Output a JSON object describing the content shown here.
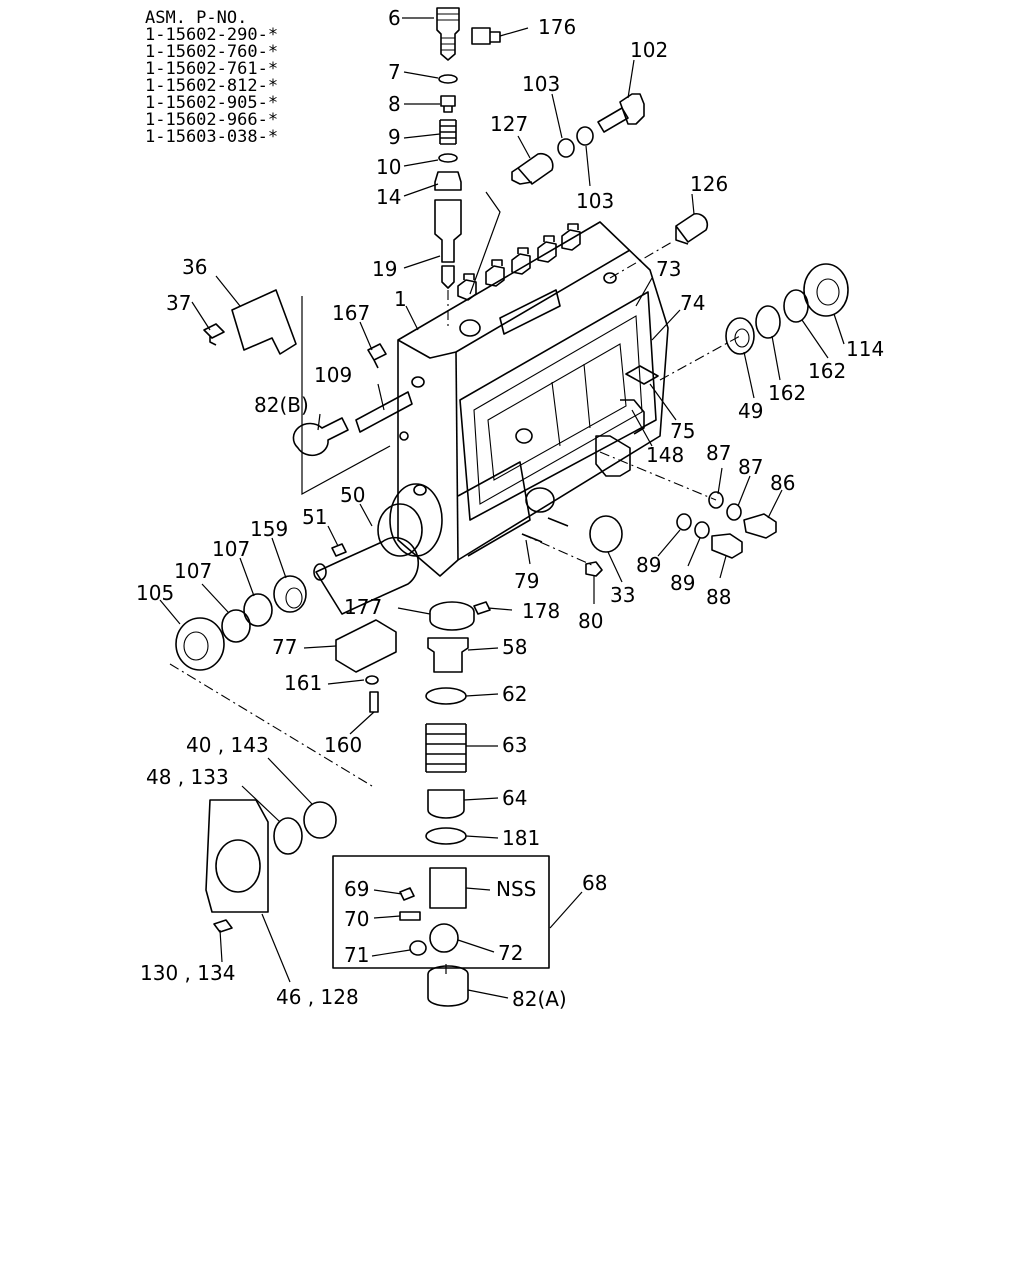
{
  "header": {
    "title": "ASM. P-NO.",
    "part_numbers": [
      "1-15602-290-*",
      "1-15602-760-*",
      "1-15602-761-*",
      "1-15602-812-*",
      "1-15602-905-*",
      "1-15602-966-*",
      "1-15603-038-*"
    ]
  },
  "callouts": [
    {
      "id": "c6",
      "text": "6"
    },
    {
      "id": "c176",
      "text": "176"
    },
    {
      "id": "c102",
      "text": "102"
    },
    {
      "id": "c7",
      "text": "7"
    },
    {
      "id": "c103a",
      "text": "103"
    },
    {
      "id": "c8",
      "text": "8"
    },
    {
      "id": "c127",
      "text": "127"
    },
    {
      "id": "c9",
      "text": "9"
    },
    {
      "id": "c10",
      "text": "10"
    },
    {
      "id": "c14",
      "text": "14"
    },
    {
      "id": "c103b",
      "text": "103"
    },
    {
      "id": "c126",
      "text": "126"
    },
    {
      "id": "c19",
      "text": "19"
    },
    {
      "id": "c73",
      "text": "73"
    },
    {
      "id": "c36",
      "text": "36"
    },
    {
      "id": "c1",
      "text": "1"
    },
    {
      "id": "c74",
      "text": "74"
    },
    {
      "id": "c37",
      "text": "37"
    },
    {
      "id": "c167",
      "text": "167"
    },
    {
      "id": "c114",
      "text": "114"
    },
    {
      "id": "c162a",
      "text": "162"
    },
    {
      "id": "c109",
      "text": "109"
    },
    {
      "id": "c82b",
      "text": "82(B)"
    },
    {
      "id": "c162b",
      "text": "162"
    },
    {
      "id": "c49",
      "text": "49"
    },
    {
      "id": "c75",
      "text": "75"
    },
    {
      "id": "c148",
      "text": "148"
    },
    {
      "id": "c87a",
      "text": "87"
    },
    {
      "id": "c87b",
      "text": "87"
    },
    {
      "id": "c86",
      "text": "86"
    },
    {
      "id": "c50",
      "text": "50"
    },
    {
      "id": "c51",
      "text": "51"
    },
    {
      "id": "c159",
      "text": "159"
    },
    {
      "id": "c107a",
      "text": "107"
    },
    {
      "id": "c107b",
      "text": "107"
    },
    {
      "id": "c105",
      "text": "105"
    },
    {
      "id": "c79",
      "text": "79"
    },
    {
      "id": "c89a",
      "text": "89"
    },
    {
      "id": "c89b",
      "text": "89"
    },
    {
      "id": "c88",
      "text": "88"
    },
    {
      "id": "c33",
      "text": "33"
    },
    {
      "id": "c80",
      "text": "80"
    },
    {
      "id": "c177",
      "text": "177"
    },
    {
      "id": "c178",
      "text": "178"
    },
    {
      "id": "c77",
      "text": "77"
    },
    {
      "id": "c58",
      "text": "58"
    },
    {
      "id": "c161",
      "text": "161"
    },
    {
      "id": "c62",
      "text": "62"
    },
    {
      "id": "c160",
      "text": "160"
    },
    {
      "id": "c63",
      "text": "63"
    },
    {
      "id": "c40",
      "text": "40 , 143"
    },
    {
      "id": "c48",
      "text": "48 , 133"
    },
    {
      "id": "c64",
      "text": "64"
    },
    {
      "id": "c181",
      "text": "181"
    },
    {
      "id": "c68",
      "text": "68"
    },
    {
      "id": "c69",
      "text": "69"
    },
    {
      "id": "cnss",
      "text": "NSS"
    },
    {
      "id": "c70",
      "text": "70"
    },
    {
      "id": "c71",
      "text": "71"
    },
    {
      "id": "c72",
      "text": "72"
    },
    {
      "id": "c130",
      "text": "130 , 134"
    },
    {
      "id": "c82a",
      "text": "82(A)"
    },
    {
      "id": "c46",
      "text": "46 , 128"
    }
  ]
}
